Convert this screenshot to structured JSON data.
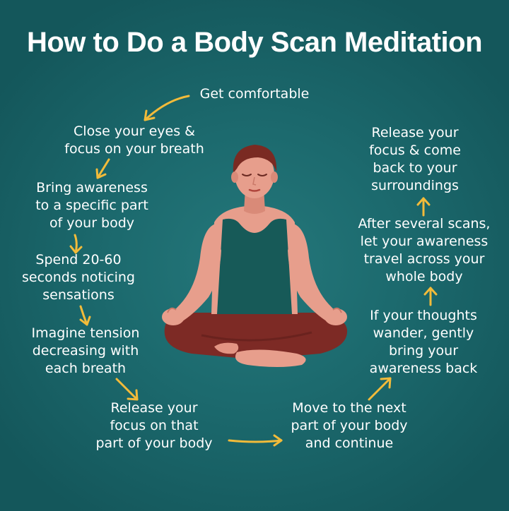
{
  "title": "How to Do a Body Scan Meditation",
  "steps": [
    "Get comfortable",
    "Close your eyes &\nfocus on your breath",
    "Bring awareness\nto a specific part\nof your body",
    "Spend 20-60\nseconds noticing\nsensations",
    "Imagine tension\ndecreasing with\neach breath",
    "Release your\nfocus on that\npart of your body",
    "Move to the next\npart of your body\nand continue",
    "If your thoughts\nwander, gently\nbring your\nawareness back",
    "After several scans,\nlet your awareness\ntravel across your\nwhole body",
    "Release your\nfocus & come\nback to your\nsurroundings"
  ],
  "colors": {
    "background": "#1c6a6e",
    "arrow": "#f2bb3a",
    "text": "#ffffff",
    "skin": "#e79e8c",
    "tank_top": "#175a58",
    "pants": "#7d2a25",
    "hair": "#7a2a22"
  },
  "illustration": "meditating-person"
}
